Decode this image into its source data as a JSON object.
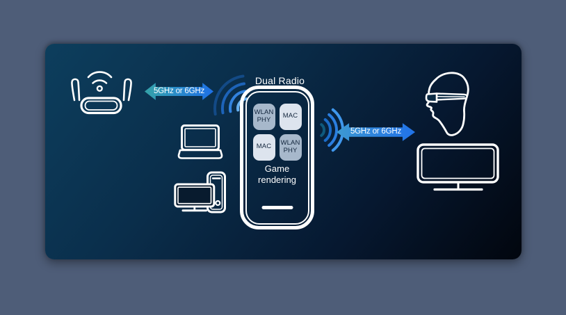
{
  "diagram": {
    "page_background": "#4e5d78",
    "panel": {
      "gradient_top_left": "#0d3e5d",
      "gradient_bottom_right": "#02060e"
    },
    "phone": {
      "title": "Dual Radio",
      "caption": "Game rendering",
      "blocks": [
        {
          "label": "WLAN PHY",
          "tone": "dark"
        },
        {
          "label": "MAC",
          "tone": "light"
        },
        {
          "label": "MAC",
          "tone": "light"
        },
        {
          "label": "WLAN PHY",
          "tone": "dark"
        }
      ],
      "block_colors": {
        "dark": "#a7b8cb",
        "light": "#dde4ee",
        "text": "#13263d"
      }
    },
    "links": {
      "router_phone": {
        "label": "5GHz or 6GHz",
        "gradient_start": "#35a3a8",
        "gradient_end": "#1e70e6"
      },
      "phone_headset": {
        "label": "5GHz or 6GHz",
        "gradient_start": "#3e9ad2",
        "gradient_end": "#2173e8"
      }
    },
    "icons": {
      "left_column": [
        "wifi-router-icon",
        "laptop-icon",
        "desktop-pc-icon"
      ],
      "center": [
        "wifi-signal-left-icon",
        "smartphone-frame",
        "wifi-signal-right-icon"
      ],
      "right_column": [
        "vr-headset-user-icon",
        "tv-icon"
      ]
    },
    "icon_stroke_color": "#ffffff",
    "wifi_arc_colors_left_inner_to_outer": [
      "#66b0f0",
      "#3282de",
      "#1d63b8",
      "#134a86"
    ],
    "wifi_arc_colors_right_inner_to_outer": [
      "#0f5a7d",
      "#1b6cc8",
      "#2a7ee0",
      "#3f97ec"
    ]
  }
}
